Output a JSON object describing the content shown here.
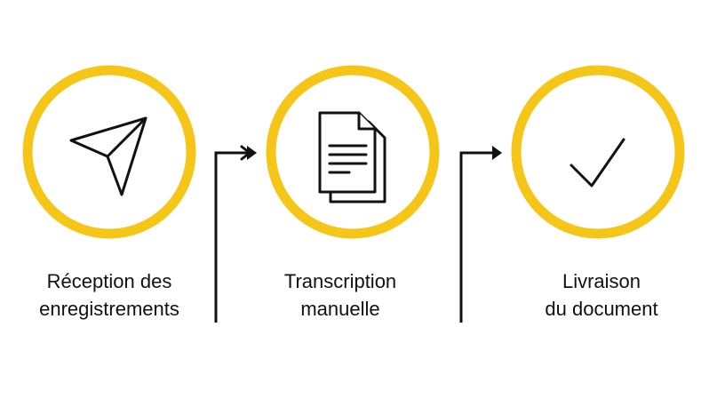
{
  "colors": {
    "circle_ring": "#F5C518",
    "icon_stroke": "#111111",
    "connector": "#111111",
    "background": "#FFFFFF"
  },
  "steps": [
    {
      "icon": "paper-plane-icon",
      "label_line1": "Réception des",
      "label_line2": "enregistrements"
    },
    {
      "icon": "document-icon",
      "label_line1": "Transcription",
      "label_line2": "manuelle"
    },
    {
      "icon": "checkmark-icon",
      "label_line1": "Livraison",
      "label_line2": "du document"
    }
  ],
  "connectors": [
    {
      "from_step": 1,
      "to_step": 2
    },
    {
      "from_step": 2,
      "to_step": 3
    }
  ]
}
